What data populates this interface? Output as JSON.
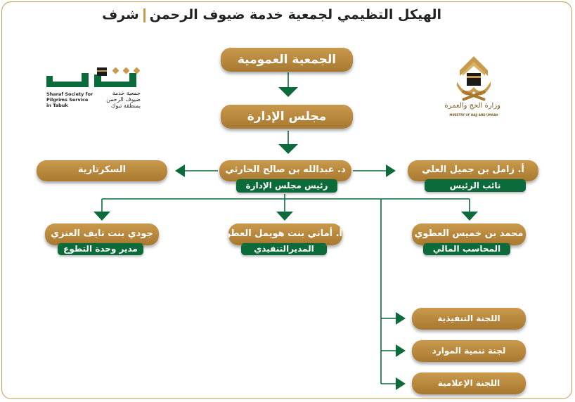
{
  "title": {
    "main": "الهيكل التظيمي لجمعية خدمة ضيوف الرحمن",
    "brand": "شرف"
  },
  "logos": {
    "left": {
      "en_lines": [
        "Sharaf Society for",
        "Pilgrims Service",
        "in Tabuk"
      ],
      "ar_lines": [
        "جمعية خدمة",
        "ضيوف الرحمن",
        "بمنطقة تبوك"
      ]
    },
    "right": {
      "ar": "وزارة الحج والعمرة",
      "en": "MINISTRY OF HAJJ AND UMRAH"
    }
  },
  "nodes": {
    "general_assembly": "الجمعية العمومية",
    "board": "مجلس الإدارة",
    "chairman": {
      "name": "د. عبدالله بن صالح الحارثي",
      "role": "رئيس مجلس الإدارة"
    },
    "secretariat": "السكرتارية",
    "vice": {
      "name": "أ. زامل بن جميل العلي",
      "role": "نائب الرئيس"
    },
    "volunteer": {
      "name": "جودي بنت نايف العنزي",
      "role": "مدير وحدة التطوع"
    },
    "executive": {
      "name": "أ. أماني بنت هويمل العطوي",
      "role": "المديرالتنفيذي"
    },
    "accountant": {
      "name": "محمد بن خميس العطوي",
      "role": "المحاسب المالي"
    },
    "committees": [
      "اللجنة التنفيذية",
      "لجنة تنمية الموارد",
      "اللجنة الإعلامية"
    ]
  },
  "colors": {
    "gold": "#b98a3e",
    "green": "#0c6b3b",
    "border": "#c99a4c"
  }
}
